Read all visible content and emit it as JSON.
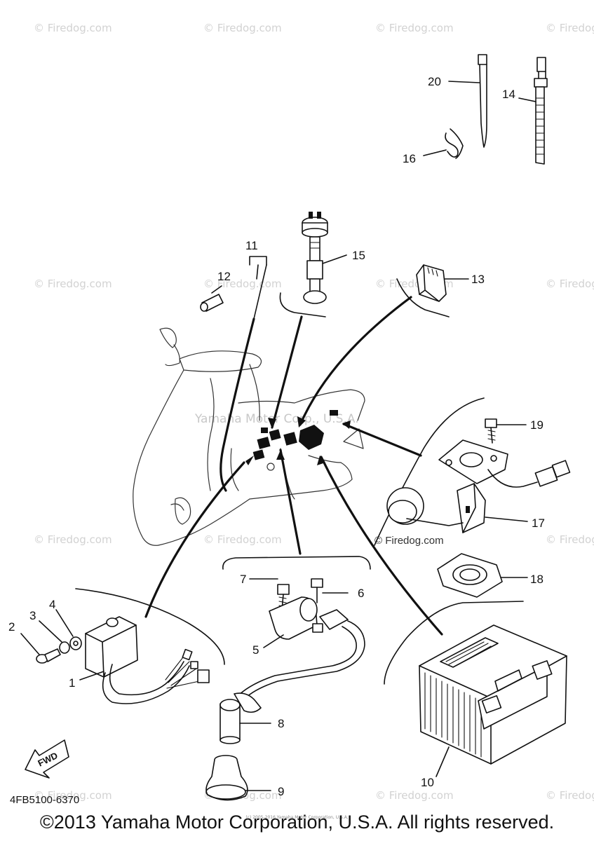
{
  "watermarks": {
    "firedog": "© Firedog.com",
    "brand": "Yamaha Motor Corp., U.S.A."
  },
  "parts": [
    {
      "number": "1"
    },
    {
      "number": "2"
    },
    {
      "number": "3"
    },
    {
      "number": "4"
    },
    {
      "number": "5"
    },
    {
      "number": "6"
    },
    {
      "number": "7"
    },
    {
      "number": "8"
    },
    {
      "number": "9"
    },
    {
      "number": "10"
    },
    {
      "number": "11"
    },
    {
      "number": "12"
    },
    {
      "number": "13"
    },
    {
      "number": "14"
    },
    {
      "number": "15"
    },
    {
      "number": "16"
    },
    {
      "number": "17"
    },
    {
      "number": "18"
    },
    {
      "number": "19"
    },
    {
      "number": "20"
    }
  ],
  "direction_label": "FWD",
  "diagram_code": "4FB5100-6370",
  "copyright": "©2013 Yamaha Motor Corporation, U.S.A. All rights reserved.",
  "tiny_credit": "(c) 2005-2016 Yamaha Motor Corporation, U.S.A."
}
